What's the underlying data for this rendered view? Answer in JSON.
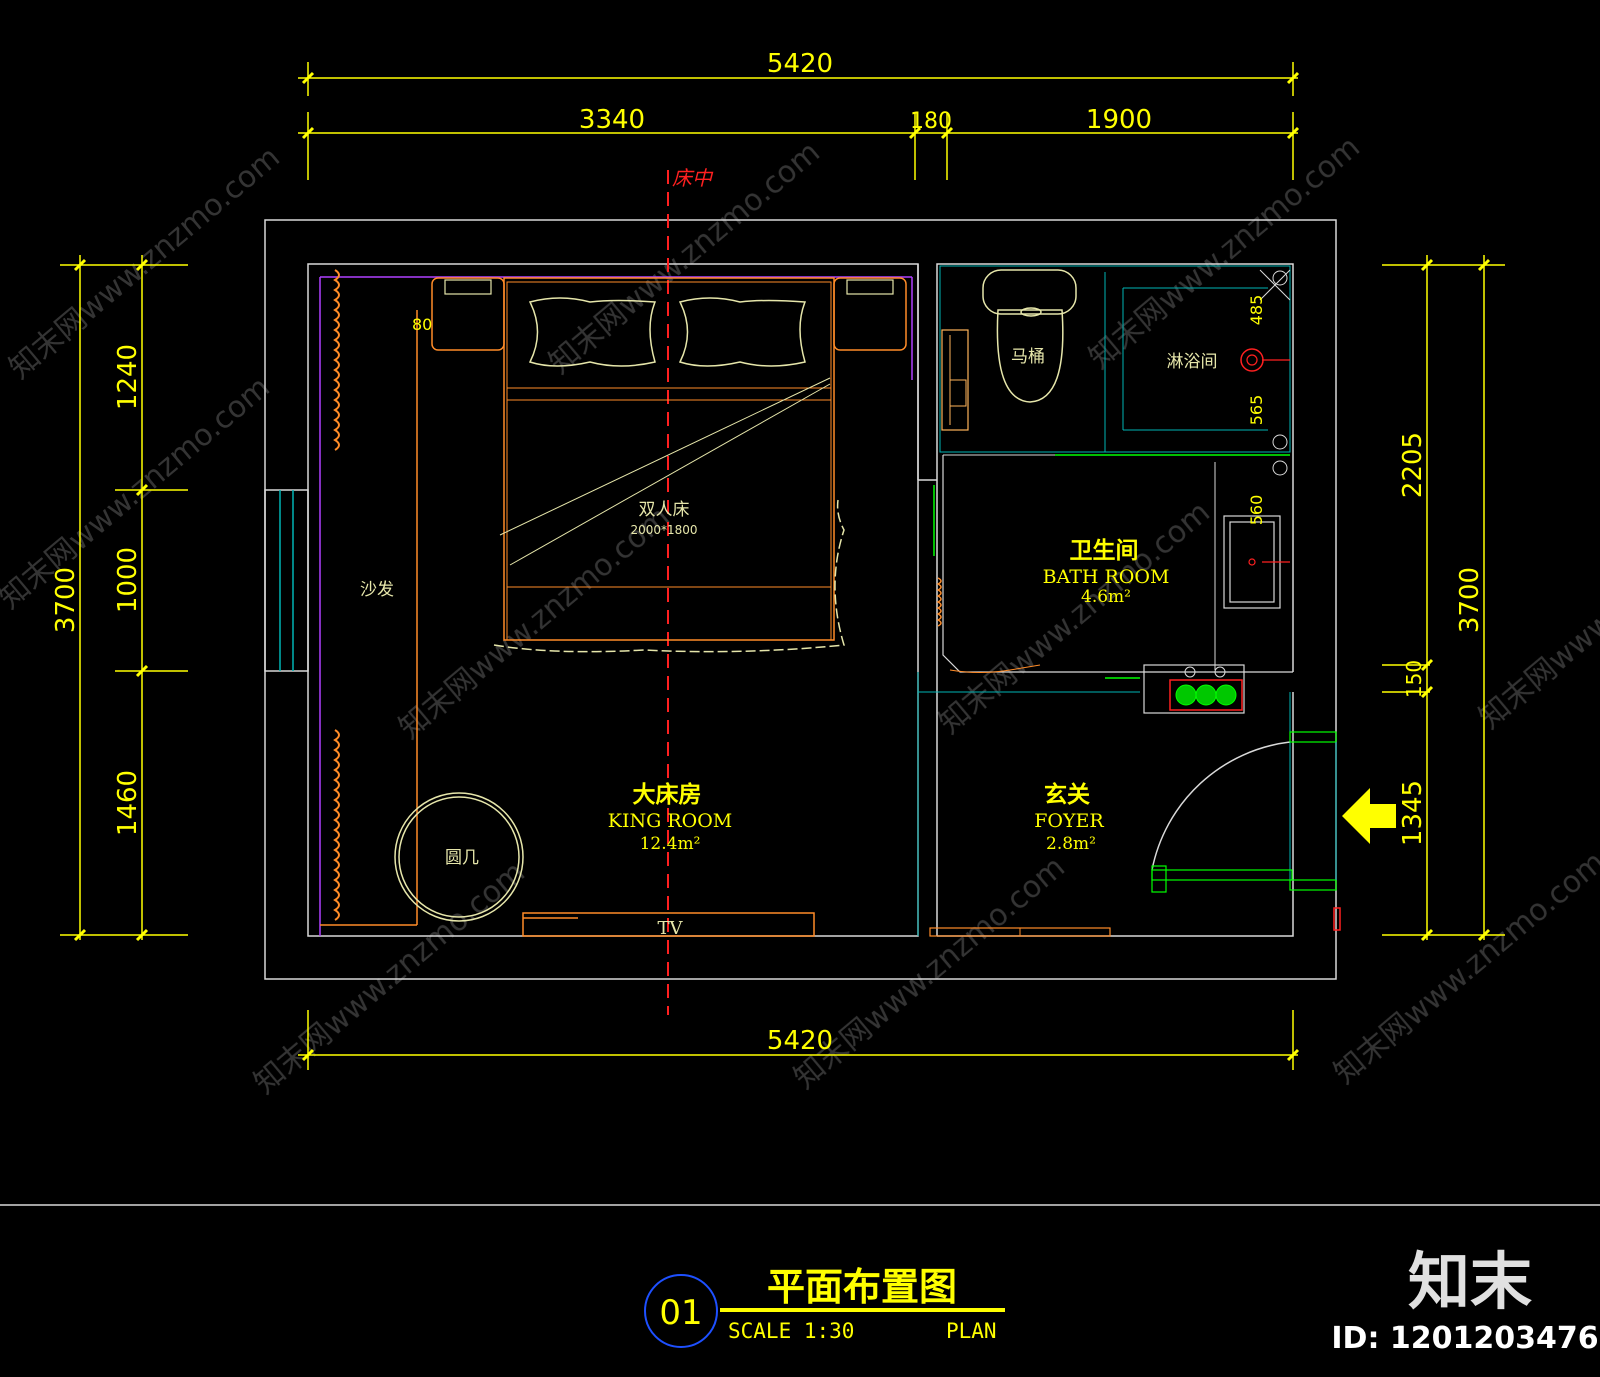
{
  "dimensions": {
    "top_overall": "5420",
    "top_left": "3340",
    "top_mid": "180",
    "top_right": "1900",
    "bottom_overall": "5420",
    "left_top": "1240",
    "left_mid": "1000",
    "left_bottom": "1460",
    "left_overall": "3700",
    "right_top": "2205",
    "right_mid": "150",
    "right_bottom": "1345",
    "right_overall": "3700",
    "offset_80": "80",
    "shower_485": "485",
    "shower_565": "565",
    "basin_560": "560"
  },
  "labels": {
    "bed_center": "床中",
    "bed_name": "双人床",
    "bed_size": "2000*1800",
    "sofa": "沙发",
    "round_table": "圆几",
    "tv": "TV",
    "toilet": "马桶",
    "shower": "淋浴间"
  },
  "rooms": {
    "king": {
      "cn": "大床房",
      "en": "KING ROOM",
      "area": "12.4m²"
    },
    "bath": {
      "cn": "卫生间",
      "en": "BATH ROOM",
      "area": "4.6m²"
    },
    "foyer": {
      "cn": "玄关",
      "en": "FOYER",
      "area": "2.8m²"
    }
  },
  "title_block": {
    "number": "01",
    "title": "平面布置图",
    "scale": "SCALE 1:30",
    "type": "PLAN"
  },
  "watermark": {
    "brand": "知末",
    "id": "ID: 1201203476",
    "text": "知末网www.znzmo.com"
  },
  "colors": {
    "background": "#000000",
    "wall": "#d9d9d9",
    "dimension": "#ffff00",
    "furniture": "#ff8c28",
    "fixture": "#e6e6aa",
    "axis": "#ff2020",
    "accent_cyan": "#00b4b4",
    "title_circle": "#1e50ff"
  }
}
